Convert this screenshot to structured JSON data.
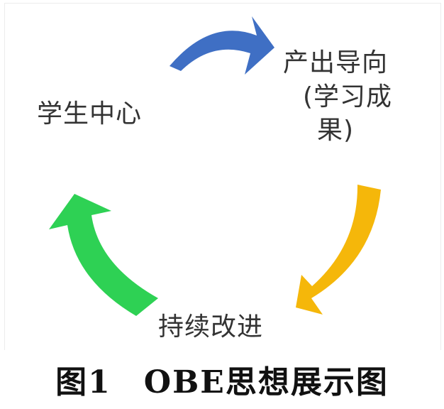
{
  "diagram": {
    "nodes": [
      {
        "id": "student",
        "text": "学生中心"
      },
      {
        "id": "outcome",
        "lines": [
          "产出导向",
          "(学习成",
          "果)"
        ]
      },
      {
        "id": "improve",
        "text": "持续改进"
      }
    ],
    "arrows": [
      {
        "from": "student",
        "to": "outcome",
        "color": "#3f6fc4"
      },
      {
        "from": "outcome",
        "to": "improve",
        "color": "#f5b70a"
      },
      {
        "from": "improve",
        "to": "student",
        "color": "#2ed154"
      }
    ]
  },
  "caption": "图1　OBE思想展示图"
}
